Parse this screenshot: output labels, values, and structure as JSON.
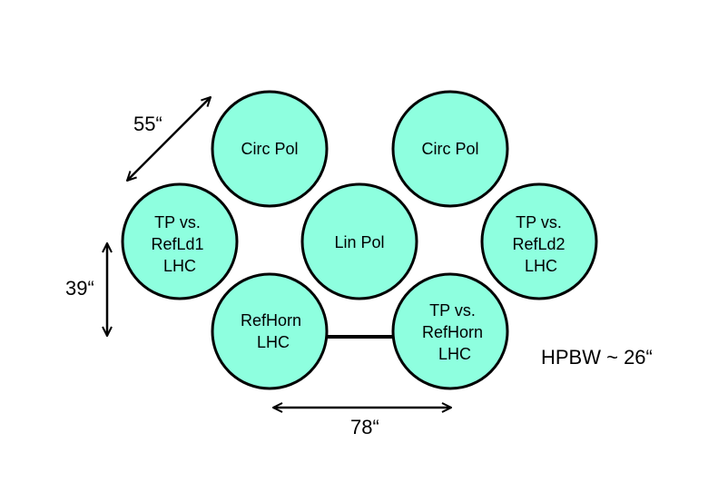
{
  "colors": {
    "horn_fill": "#8effdf",
    "stroke": "#000000",
    "background": "#ffffff"
  },
  "horns": [
    {
      "id": "horn-circ-pol-left",
      "lines": [
        "Circ Pol"
      ]
    },
    {
      "id": "horn-circ-pol-right",
      "lines": [
        "Circ Pol"
      ]
    },
    {
      "id": "horn-tp-refld1",
      "lines": [
        "TP vs.",
        "RefLd1",
        "LHC"
      ]
    },
    {
      "id": "horn-lin-pol",
      "lines": [
        "Lin Pol"
      ]
    },
    {
      "id": "horn-tp-refld2",
      "lines": [
        "TP vs.",
        "RefLd2",
        "LHC"
      ]
    },
    {
      "id": "horn-refhorn-lhc",
      "lines": [
        "RefHorn",
        "LHC"
      ]
    },
    {
      "id": "horn-tp-refhorn",
      "lines": [
        "TP vs.",
        "RefHorn",
        "LHC"
      ]
    }
  ],
  "dimensions": {
    "diagonal": "55“",
    "vertical": "39“",
    "horizontal": "78“"
  },
  "hpbw_label": "HPBW ~ 26“"
}
